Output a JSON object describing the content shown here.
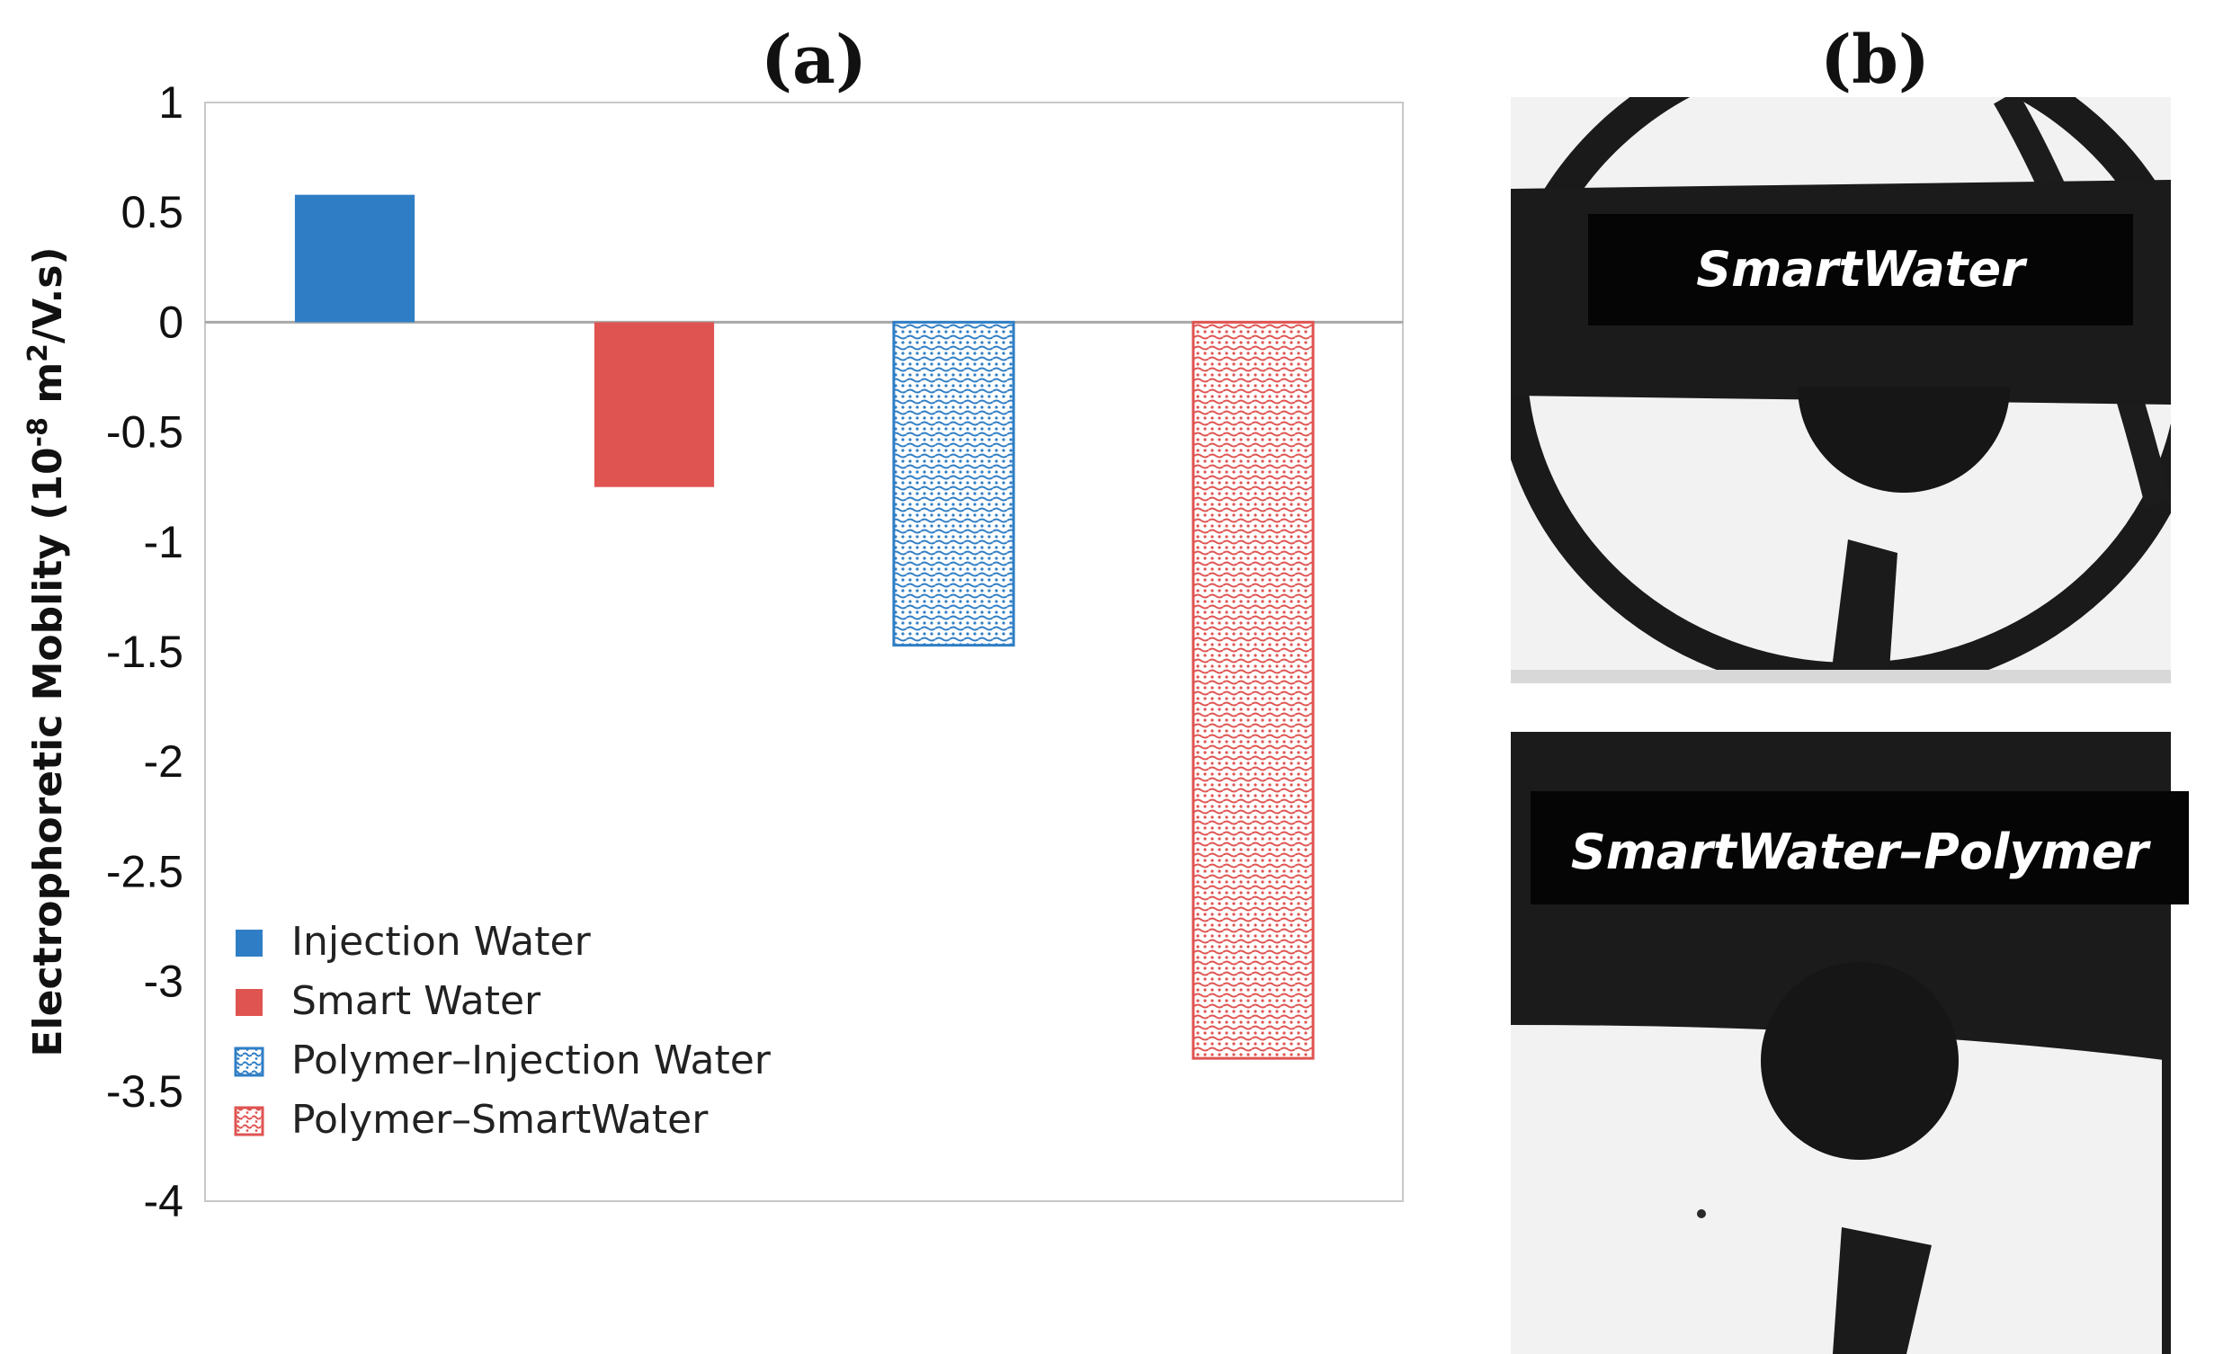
{
  "panels": {
    "a": "(a)",
    "b": "(b)"
  },
  "chart_data": {
    "type": "bar",
    "categories": [
      "Injection Water",
      "Smart Water",
      "Polymer–Injection Water",
      "Polymer–SmartWater"
    ],
    "values": [
      0.58,
      -0.75,
      -1.47,
      -3.35
    ],
    "series_styles": [
      {
        "color": "#2f7ec5",
        "fill": "solid"
      },
      {
        "color": "#df5451",
        "fill": "solid"
      },
      {
        "color": "#2f7ec5",
        "fill": "pattern"
      },
      {
        "color": "#df5451",
        "fill": "pattern"
      }
    ],
    "legend": [
      "Injection Water",
      "Smart Water",
      "Polymer–Injection Water",
      "Polymer–SmartWater"
    ],
    "legend_position": "bottom-left",
    "ylabel": {
      "prefix": "Electrophoretic  Moblity (10",
      "exp1": "-8",
      "middle": " m",
      "exp2": "2",
      "suffix": "/V.s)"
    },
    "ylim": [
      -4,
      1
    ],
    "yticks": [
      1,
      0.5,
      0,
      -0.5,
      -1,
      -1.5,
      -2,
      -2.5,
      -3,
      -3.5,
      -4
    ],
    "grid": false
  },
  "photos": [
    {
      "label": "SmartWater"
    },
    {
      "label": "SmartWater–Polymer"
    }
  ]
}
